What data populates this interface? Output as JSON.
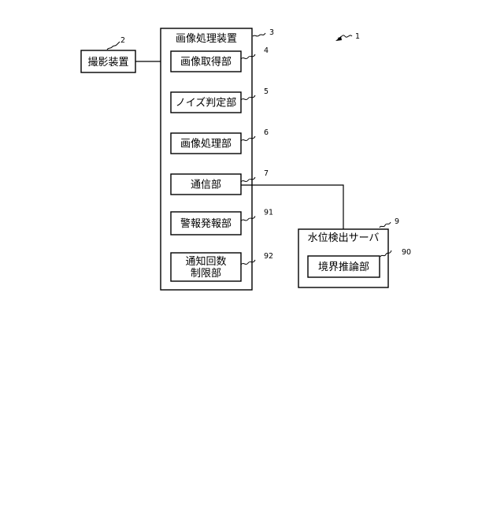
{
  "camera": {
    "label": "撮影装置",
    "ref": "2"
  },
  "processor": {
    "title": "画像処理装置",
    "ref": "3",
    "units": [
      {
        "lines": [
          "画像取得部"
        ],
        "ref": "4"
      },
      {
        "lines": [
          "ノイズ判定部"
        ],
        "ref": "5"
      },
      {
        "lines": [
          "画像処理部"
        ],
        "ref": "6"
      },
      {
        "lines": [
          "通信部"
        ],
        "ref": "7"
      },
      {
        "lines": [
          "警報発報部"
        ],
        "ref": "91"
      },
      {
        "lines": [
          "通知回数",
          "制限部"
        ],
        "ref": "92"
      }
    ]
  },
  "server": {
    "title": "水位検出サーバ",
    "ref": "9",
    "unit": {
      "label": "境界推論部",
      "ref": "90"
    }
  },
  "system_ref": "1"
}
